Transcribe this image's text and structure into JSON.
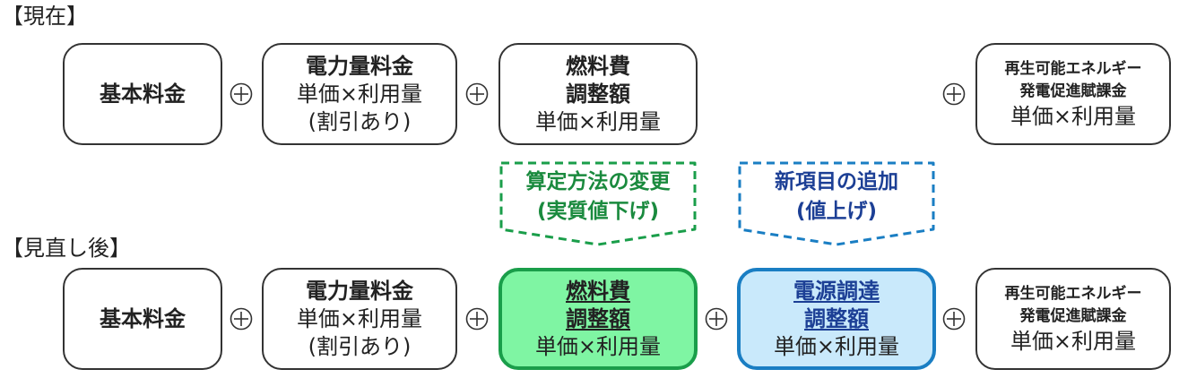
{
  "labels": {
    "current": "【現在】",
    "revised": "【見直し後】"
  },
  "current_row": {
    "basic": "基本料金",
    "energy": {
      "title": "電力量料金",
      "line2": "単価×利用量",
      "line3": "(割引あり)"
    },
    "fuel": {
      "title1": "燃料費",
      "title2": "調整額",
      "line3": "単価×利用量"
    },
    "renewable": {
      "title1": "再生可能エネルギー",
      "title2": "発電促進賦課金",
      "line3": "単価×利用量"
    },
    "plus": "⊕"
  },
  "callouts": {
    "green": {
      "line1": "算定方法の変更",
      "line2": "(実質値下げ)",
      "color": "#1a8a3e"
    },
    "blue": {
      "line1": "新項目の追加",
      "line2": "(値上げ)",
      "color": "#1c3f95"
    }
  },
  "revised_row": {
    "basic": "基本料金",
    "energy": {
      "title": "電力量料金",
      "line2": "単価×利用量",
      "line3": "(割引あり)"
    },
    "fuel": {
      "title1": "燃料費",
      "title2": "調整額",
      "line3": "単価×利用量",
      "fill": "#7ff5a3",
      "border": "#1a9e4a"
    },
    "procurement": {
      "title1": "電源調達",
      "title2": "調整額",
      "line3": "単価×利用量",
      "fill": "#c9e9fb",
      "border": "#1a7ec3"
    },
    "renewable": {
      "title1": "再生可能エネルギー",
      "title2": "発電促進賦課金",
      "line3": "単価×利用量"
    },
    "plus": "⊕"
  },
  "icons": [
    "plus-circle-icon",
    "dashed-callout-arrow-icon"
  ]
}
